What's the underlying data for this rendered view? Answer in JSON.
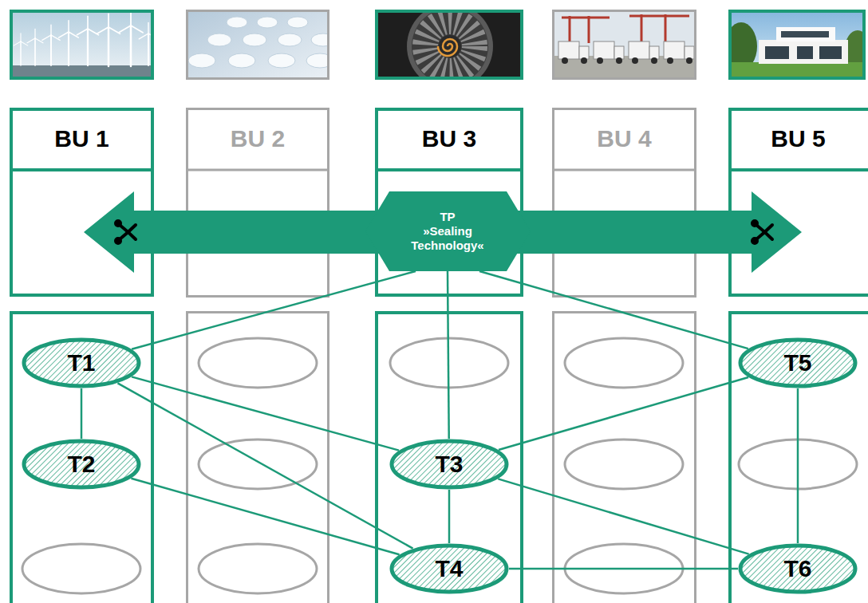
{
  "diagram": {
    "nodes": [
      {
        "text": [
          "BU 1"
        ]
      },
      {
        "text": [
          "BU 2"
        ]
      },
      {
        "text": [
          "BU 3"
        ]
      },
      {
        "text": [
          "BU 4"
        ]
      },
      {
        "text": [
          "BU 5"
        ]
      },
      {
        "text": [
          "TP",
          "»Sealing Technology«"
        ]
      },
      {
        "text": [
          "T1"
        ]
      },
      {
        "text": [
          "T2"
        ]
      },
      {
        "text": [
          "T3"
        ]
      },
      {
        "text": [
          "T4"
        ]
      },
      {
        "text": [
          "T5"
        ]
      },
      {
        "text": [
          "T6"
        ]
      }
    ],
    "edges": [
      {
        "from": 5,
        "to": 6,
        "arrow": "none"
      },
      {
        "from": 5,
        "to": 8,
        "arrow": "none"
      },
      {
        "from": 5,
        "to": 10,
        "arrow": "none"
      },
      {
        "from": 6,
        "to": 7,
        "arrow": "none"
      },
      {
        "from": 6,
        "to": 8,
        "arrow": "none"
      },
      {
        "from": 6,
        "to": 9,
        "arrow": "none"
      },
      {
        "from": 7,
        "to": 9,
        "arrow": "none"
      },
      {
        "from": 8,
        "to": 9,
        "arrow": "none"
      },
      {
        "from": 8,
        "to": 10,
        "arrow": "none"
      },
      {
        "from": 8,
        "to": 11,
        "arrow": "none"
      },
      {
        "from": 9,
        "to": 11,
        "arrow": "none"
      },
      {
        "from": 10,
        "to": 11,
        "arrow": "none"
      }
    ]
  }
}
